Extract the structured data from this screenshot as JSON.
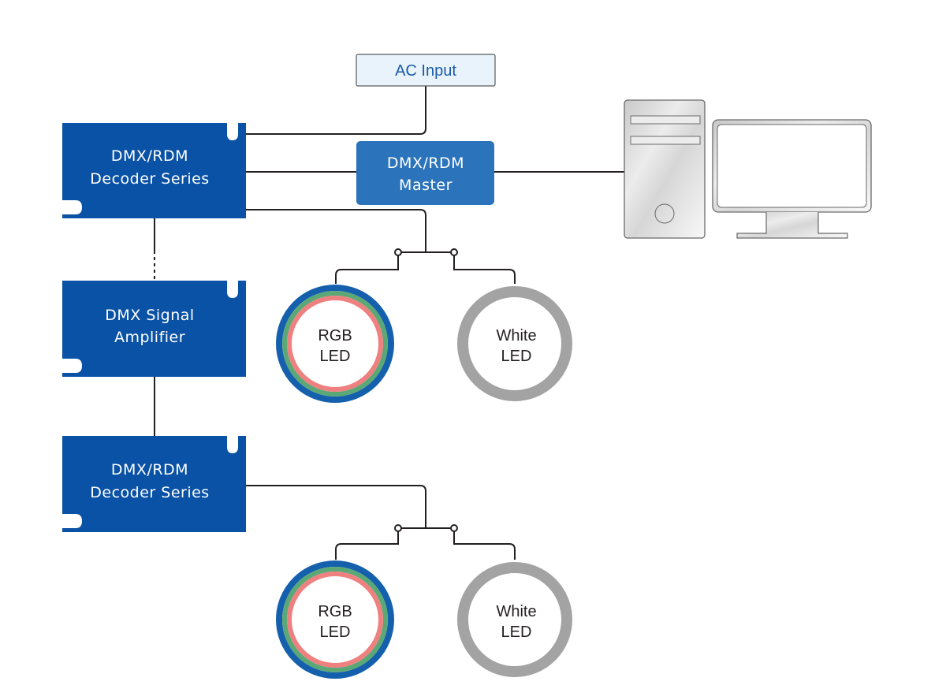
{
  "diagram": {
    "ac_input": {
      "label": "AC Input"
    },
    "decoder_top": {
      "line1": "DMX/RDM",
      "line2": "Decoder Series"
    },
    "master": {
      "line1": "DMX/RDM",
      "line2": "Master"
    },
    "amplifier": {
      "line1": "DMX Signal",
      "line2": "Amplifier"
    },
    "decoder_bottom": {
      "line1": "DMX/RDM",
      "line2": "Decoder Series"
    },
    "led_groups": [
      {
        "rgb": {
          "line1": "RGB",
          "line2": "LED"
        },
        "white": {
          "line1": "White",
          "line2": "LED"
        }
      },
      {
        "rgb": {
          "line1": "RGB",
          "line2": "LED"
        },
        "white": {
          "line1": "White",
          "line2": "LED"
        }
      }
    ],
    "computer": {
      "icon": "desktop-computer-icon"
    },
    "colors": {
      "decoder_blue": "#0a52a5",
      "master_blue": "#2b73ba",
      "ac_fill": "#e8f3fb",
      "ac_text": "#1a5aa8",
      "rgb_outer": "#1560ad",
      "rgb_middle": "#5aa876",
      "rgb_inner": "#ef8080",
      "white_ring": "#a3a3a3",
      "wire": "#231f20"
    }
  }
}
